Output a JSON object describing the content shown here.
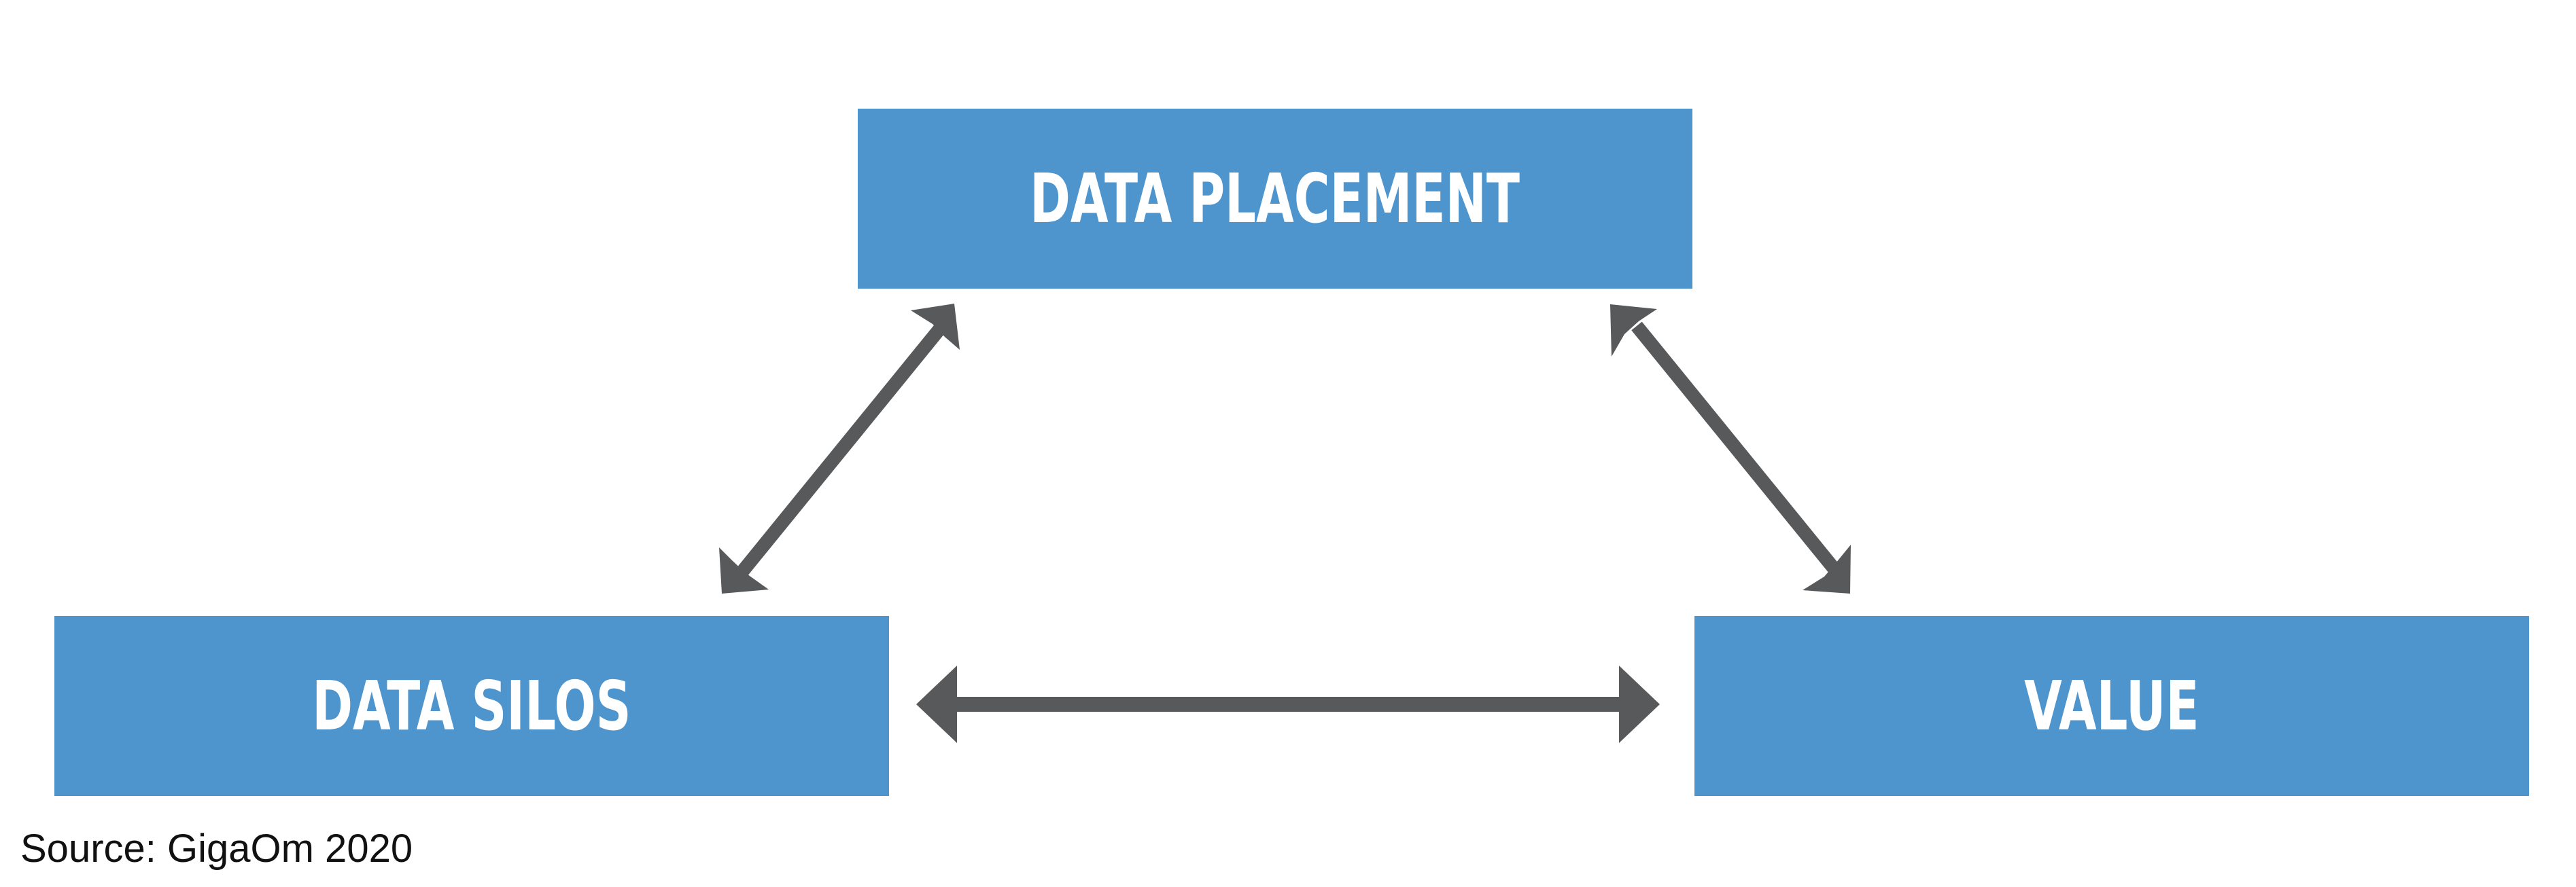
{
  "diagram": {
    "nodes": {
      "top": {
        "label": "DATA PLACEMENT"
      },
      "left": {
        "label": "DATA SILOS"
      },
      "right": {
        "label": "VALUE"
      }
    },
    "edges": [
      {
        "from": "top",
        "to": "left",
        "direction": "bidirectional"
      },
      {
        "from": "top",
        "to": "right",
        "direction": "bidirectional"
      },
      {
        "from": "left",
        "to": "right",
        "direction": "bidirectional"
      }
    ],
    "colors": {
      "box_fill": "#4e95ce",
      "arrow": "#58595b",
      "label_text": "#ffffff"
    }
  },
  "footer": {
    "source": "Source: GigaOm 2020"
  }
}
